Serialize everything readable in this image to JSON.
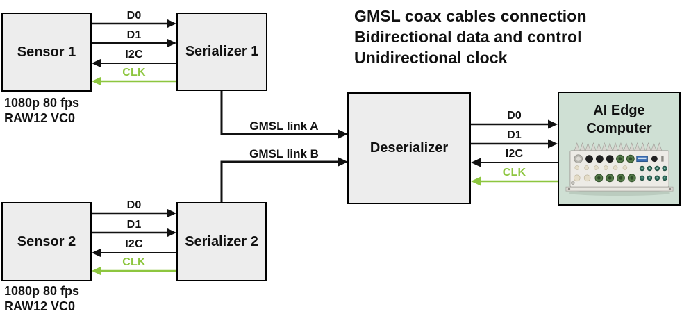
{
  "diagram": {
    "title_lines": [
      "GMSL coax cables connection",
      "Bidirectional data and control",
      "Unidirectional clock"
    ]
  },
  "colors": {
    "accent_green": "#8dc63f",
    "box_fill": "#ededed",
    "ai_box_fill": "#cfe0d4",
    "wire_black": "#111111"
  },
  "nodes": {
    "sensor1": {
      "label": "Sensor 1",
      "sub_line1": "1080p 80 fps",
      "sub_line2": "RAW12 VC0"
    },
    "serializer1": {
      "label": "Serializer 1"
    },
    "sensor2": {
      "label": "Sensor 2",
      "sub_line1": "1080p 80 fps",
      "sub_line2": "RAW12 VC0"
    },
    "serializer2": {
      "label": "Serializer 2"
    },
    "deserializer": {
      "label": "Deserializer"
    },
    "ai_edge_computer": {
      "label": "AI Edge Computer",
      "image": "rugged-embedded-computer-photo"
    }
  },
  "links": {
    "sensor1_serializer1": {
      "signals": [
        "D0",
        "D1",
        "I2C",
        "CLK"
      ]
    },
    "sensor2_serializer2": {
      "signals": [
        "D0",
        "D1",
        "I2C",
        "CLK"
      ]
    },
    "deserializer_ai": {
      "signals": [
        "D0",
        "D1",
        "I2C",
        "CLK"
      ]
    },
    "gmsl_a": {
      "label": "GMSL link A"
    },
    "gmsl_b": {
      "label": "GMSL link B"
    }
  }
}
